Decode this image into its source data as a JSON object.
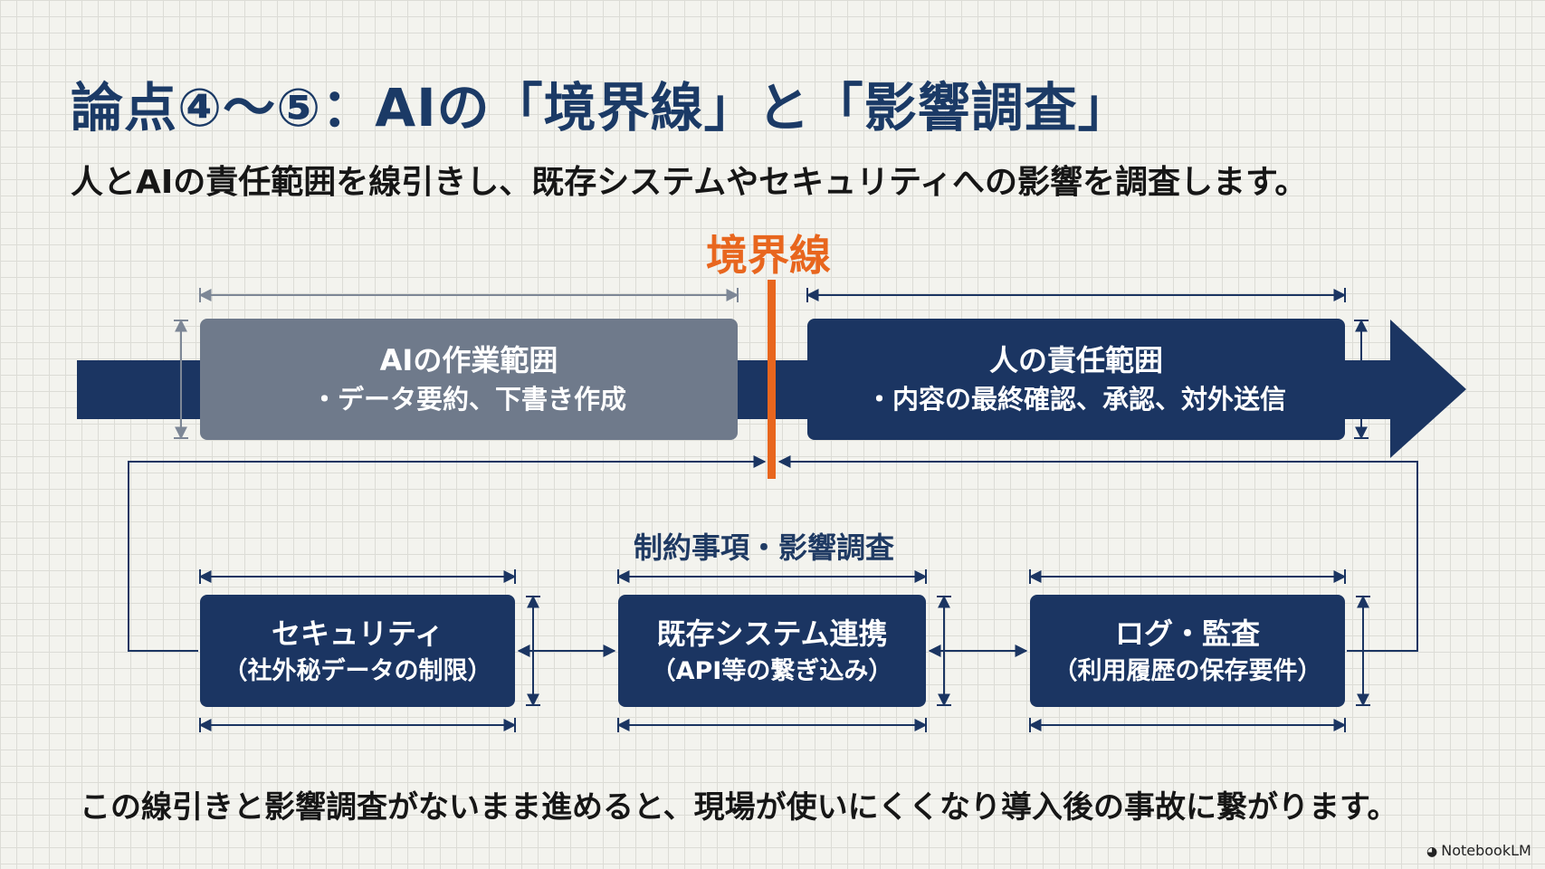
{
  "title": "論点④〜⑤：AIの「境界線」と「影響調査」",
  "subtitle": "人とAIの責任範囲を線引きし、既存システムやセキュリティへの影響を調査します。",
  "boundary_label": "境界線",
  "ai_scope": {
    "title": "AIの作業範囲",
    "detail": "・データ要約、下書き作成"
  },
  "human_scope": {
    "title": "人の責任範囲",
    "detail": "・内容の最終確認、承認、対外送信"
  },
  "constraints_label": "制約事項・影響調査",
  "constraints": [
    {
      "title": "セキュリティ",
      "detail": "（社外秘データの制限）"
    },
    {
      "title": "既存システム連携",
      "detail": "（API等の繋ぎ込み）"
    },
    {
      "title": "ログ・監査",
      "detail": "（利用履歴の保存要件）"
    }
  ],
  "footer": "この線引きと影響調査がないまま進めると、現場が使いにくくなり導入後の事故に繋がります。",
  "watermark": "NotebookLM",
  "colors": {
    "navy": "#1b3562",
    "gray_box": "#6f7a8b",
    "boundary": "#e8661e",
    "title": "#1b3a66"
  }
}
